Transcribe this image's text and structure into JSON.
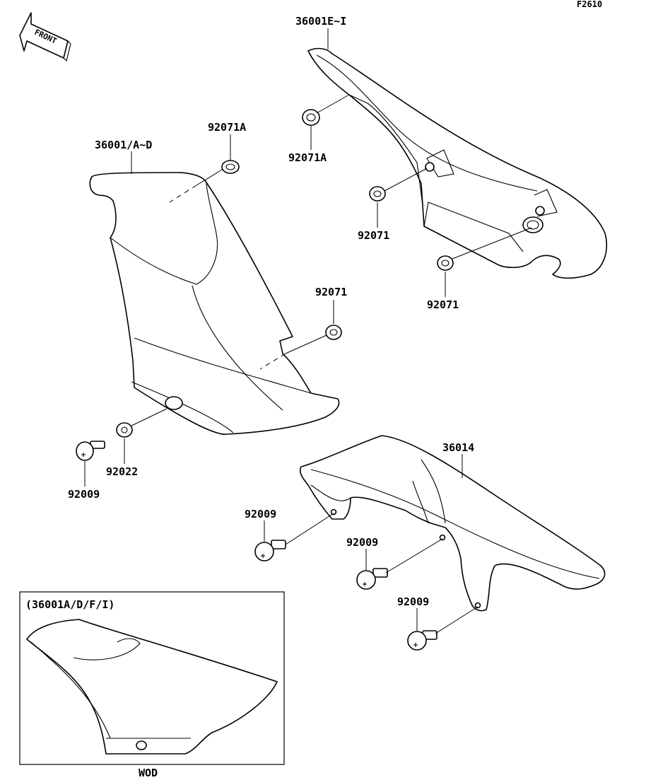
{
  "figure_code": "F2610",
  "front_label": "FRONT",
  "inset": {
    "title": "(36001A/D/F/I)",
    "caption": "WOD"
  },
  "callouts": {
    "p36001ei": "36001E~I",
    "p36001ad": "36001/A~D",
    "p92071a_top": "92071A",
    "p92071a_left": "92071A",
    "p92071_upper": "92071",
    "p92071_right": "92071",
    "p92071_mid": "92071",
    "p92022": "92022",
    "p92009_left": "92009",
    "p36014": "36014",
    "p92009_a": "92009",
    "p92009_b": "92009",
    "p92009_c": "92009"
  },
  "icons": {
    "front_arrow": "front-arrow-icon",
    "grommet": "grommet-icon",
    "bolt": "bolt-icon",
    "collar": "collar-icon"
  }
}
